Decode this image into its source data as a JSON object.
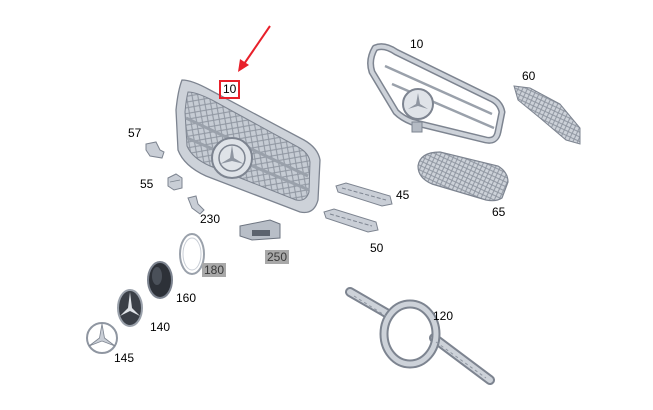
{
  "accent_color": "#e8202a",
  "part_highlight_color": "#a8a8a8",
  "part_color": "#c9ced6",
  "part_shadow_color": "#8f96a1",
  "arrow_icon": "red-arrow-icon",
  "labels": {
    "grille_main": "10",
    "grille_alt": "10",
    "lower_grille_side": "60",
    "bracket": "57",
    "clip": "55",
    "mount": "230",
    "trim_upper": "45",
    "trim_lower": "50",
    "lower_grille_center": "65",
    "emblem_ring": "180",
    "sensor_cover": "250",
    "emblem_dark": "160",
    "emblem_star_dark": "140",
    "emblem_star": "145",
    "front_frame": "120"
  }
}
